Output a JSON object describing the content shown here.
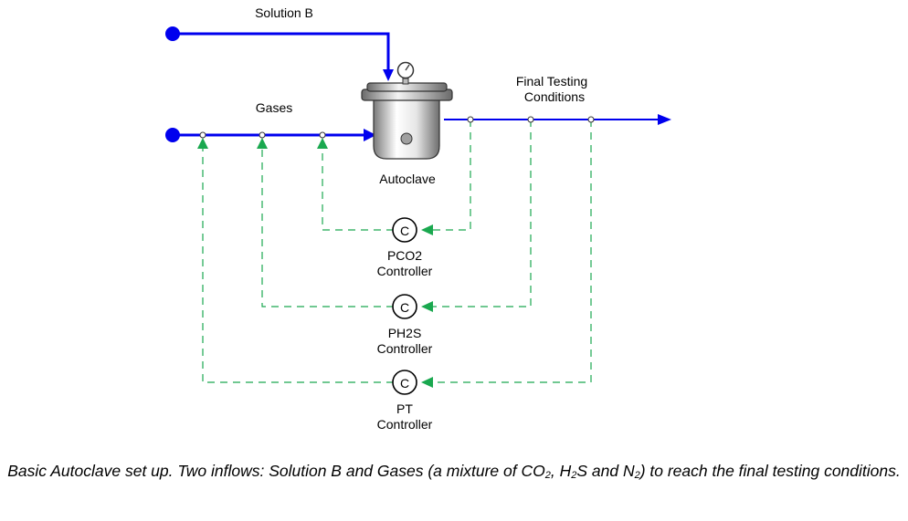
{
  "labels": {
    "solution_b": "Solution B",
    "gases": "Gases",
    "final_testing_line1": "Final Testing",
    "final_testing_line2": "Conditions",
    "autoclave": "Autoclave"
  },
  "controllers": [
    {
      "symbol": "C",
      "name": "PCO2",
      "type": "Controller"
    },
    {
      "symbol": "C",
      "name": "PH2S",
      "type": "Controller"
    },
    {
      "symbol": "C",
      "name": "PT",
      "type": "Controller"
    }
  ],
  "caption": {
    "part1": "Basic Autoclave set up. Two inflows: Solution B and Gases (a mixture of CO",
    "sub1": "2",
    "part2": ", H",
    "sub2": "2",
    "part3": "S and N",
    "sub3": "2",
    "part4": ") to reach the final testing conditions."
  },
  "colors": {
    "process_line": "#0000ee",
    "signal_line": "#1aa84f",
    "text": "#000000"
  }
}
